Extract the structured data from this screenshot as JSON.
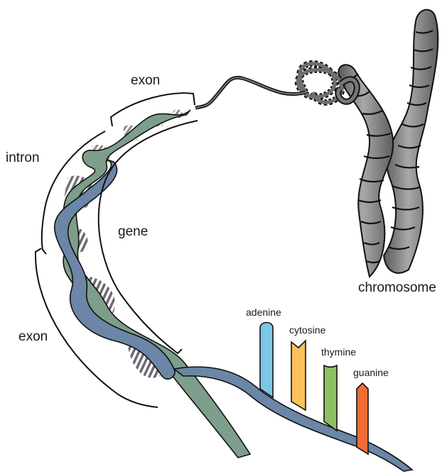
{
  "labels": {
    "exon_top": "exon",
    "intron": "intron",
    "gene": "gene",
    "exon_bottom": "exon",
    "chromosome": "chromosome"
  },
  "bases": [
    {
      "name": "adenine",
      "color": "#7cc6e8"
    },
    {
      "name": "cytosine",
      "color": "#fbc25a"
    },
    {
      "name": "thymine",
      "color": "#8cc063"
    },
    {
      "name": "guanine",
      "color": "#f26d34"
    }
  ],
  "colors": {
    "strand_green": "#7d9e8a",
    "strand_blue": "#6b86a6",
    "chromosome_gray": "#7a7a7a",
    "outline": "#111111"
  }
}
